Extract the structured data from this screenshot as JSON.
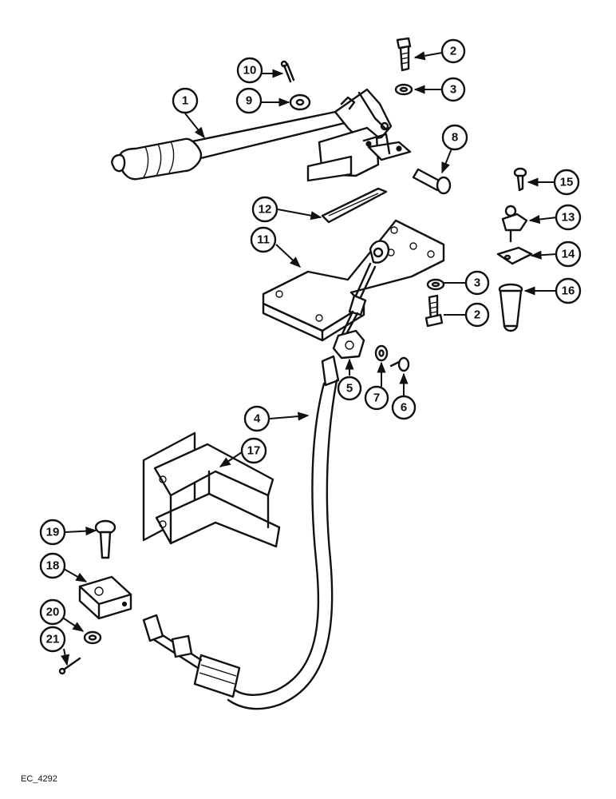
{
  "drawing_ref": "EC_4292",
  "callouts": [
    {
      "id": "1",
      "label": "1"
    },
    {
      "id": "2a",
      "label": "2"
    },
    {
      "id": "3a",
      "label": "3"
    },
    {
      "id": "10",
      "label": "10"
    },
    {
      "id": "9",
      "label": "9"
    },
    {
      "id": "8",
      "label": "8"
    },
    {
      "id": "15",
      "label": "15"
    },
    {
      "id": "12",
      "label": "12"
    },
    {
      "id": "13",
      "label": "13"
    },
    {
      "id": "11",
      "label": "11"
    },
    {
      "id": "14",
      "label": "14"
    },
    {
      "id": "3b",
      "label": "3"
    },
    {
      "id": "16",
      "label": "16"
    },
    {
      "id": "2b",
      "label": "2"
    },
    {
      "id": "5",
      "label": "5"
    },
    {
      "id": "7",
      "label": "7"
    },
    {
      "id": "6",
      "label": "6"
    },
    {
      "id": "4",
      "label": "4"
    },
    {
      "id": "17",
      "label": "17"
    },
    {
      "id": "19",
      "label": "19"
    },
    {
      "id": "18",
      "label": "18"
    },
    {
      "id": "20",
      "label": "20"
    },
    {
      "id": "21",
      "label": "21"
    }
  ]
}
